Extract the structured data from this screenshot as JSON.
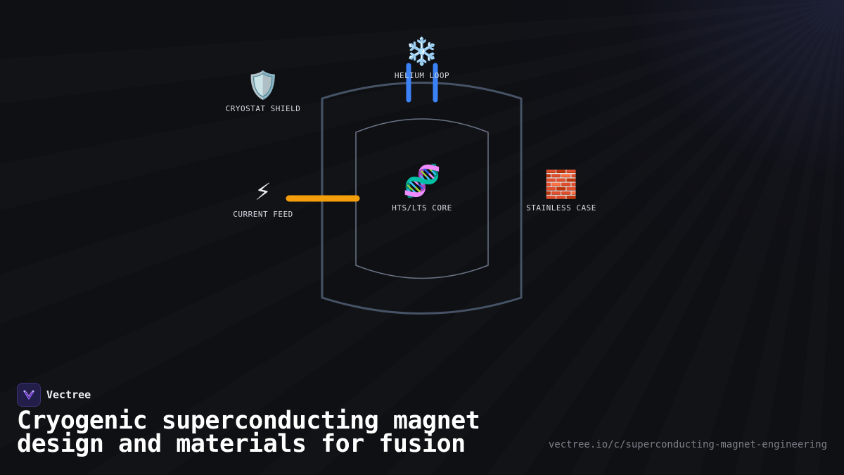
{
  "diagram": {
    "nodes": {
      "helium_loop": {
        "icon": "snowflake-icon",
        "emoji": "❄️",
        "label": "HELIUM LOOP"
      },
      "cryostat_shield": {
        "icon": "shield-icon",
        "emoji": "🛡️",
        "label": "CRYOSTAT SHIELD"
      },
      "current_feed": {
        "icon": "lightning-icon",
        "emoji": "⚡",
        "label": "CURRENT FEED"
      },
      "core": {
        "icon": "dna-icon",
        "emoji": "🧬",
        "label": "HTS/LTS CORE"
      },
      "stainless_case": {
        "icon": "brick-icon",
        "emoji": "🧱",
        "label": "STAINLESS CASE"
      }
    },
    "colors": {
      "outer_vessel": "#465366",
      "inner_vessel": "#6a7486",
      "helium_pipes": "#3b82f6",
      "current_bar": "#f59e0b"
    }
  },
  "brand": {
    "name": "Vectree",
    "logo_icon": "vectree-logo-icon"
  },
  "title": "Cryogenic superconducting magnet design and materials for fusion",
  "url": "vectree.io/c/superconducting-magnet-engineering"
}
